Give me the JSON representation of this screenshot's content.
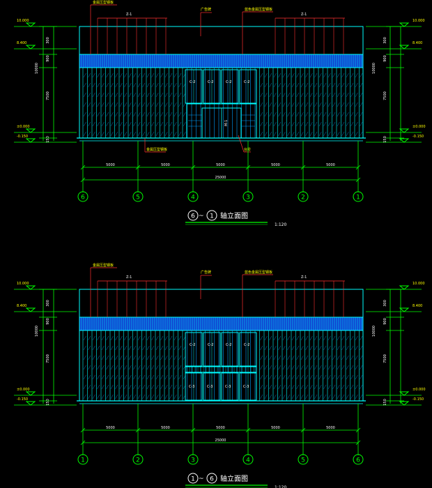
{
  "colors": {
    "background": "#000000",
    "dimension": "#00ff00",
    "outline": "#00ffff",
    "glass": "#00a0ff",
    "band": "#1040d0",
    "leader": "#ff3030",
    "text_yellow": "#ffff00",
    "text_white": "#ffffff"
  },
  "elevations": [
    {
      "id": "elev1",
      "title_from": "6",
      "title_to": "1",
      "title_suffix": "轴立面图",
      "scale": "1:120",
      "axes": [
        "6",
        "5",
        "4",
        "3",
        "2",
        "1"
      ],
      "bay_dims": [
        "5000",
        "5000",
        "5000",
        "5000",
        "5000"
      ],
      "total_dim": "25000",
      "labels": {
        "top_left_note": "金属压型钢板",
        "zz_left": "Z-1",
        "center_note": "广告牌",
        "top_right_note": "蓝色金属压型钢板",
        "zz_right": "Z-1",
        "bottom_note_left": "金属压型钢板",
        "bottom_note_right": "台阶"
      },
      "windows": [
        "C-2",
        "C-2",
        "C-2",
        "C-2"
      ],
      "door_tag": "M-1"
    },
    {
      "id": "elev2",
      "title_from": "1",
      "title_to": "6",
      "title_suffix": "轴立面图",
      "scale": "1:120",
      "axes": [
        "1",
        "2",
        "3",
        "4",
        "5",
        "6"
      ],
      "bay_dims": [
        "5000",
        "5000",
        "5000",
        "5000",
        "5000"
      ],
      "total_dim": "25000",
      "labels": {
        "top_left_note": "金属压型钢板",
        "zz_left": "Z-1",
        "center_note": "广告牌",
        "top_right_note": "蓝色金属压型钢板",
        "zz_right": "Z-1"
      },
      "windows": [
        "C-2",
        "C-2",
        "C-2",
        "C-2"
      ],
      "windows_lower": [
        "C-3",
        "C-3",
        "C-3",
        "C-3"
      ]
    }
  ],
  "levels": {
    "top": "10.000",
    "band": "8.400",
    "ground": "±0.000",
    "below": "-0.150"
  },
  "side_dims": {
    "upper": "300",
    "mid": "900",
    "main": "7500",
    "total": "10000",
    "base": "150"
  }
}
